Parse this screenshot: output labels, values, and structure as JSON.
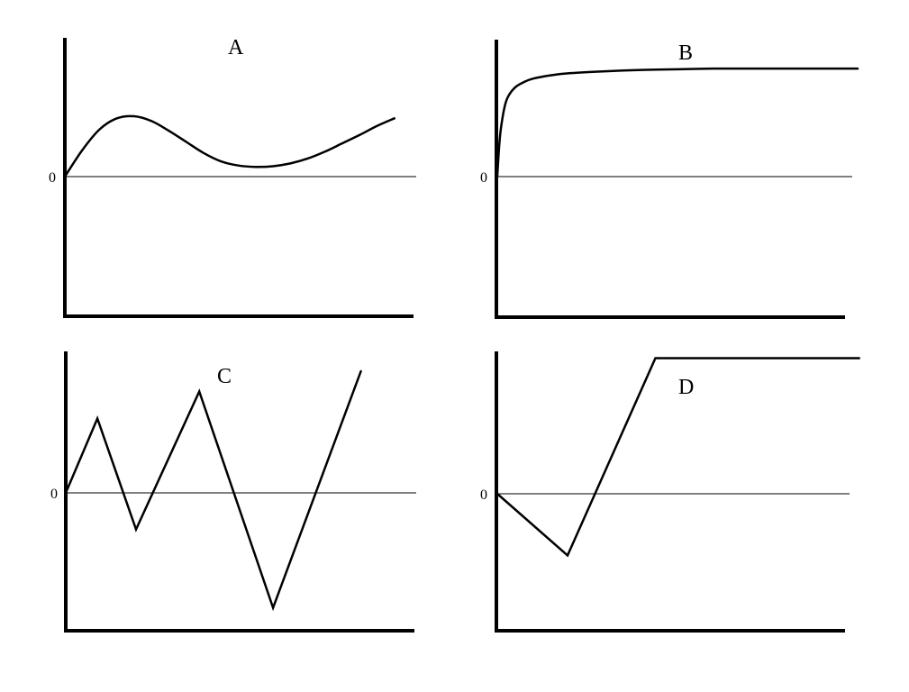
{
  "chart_data": [
    {
      "type": "line",
      "title": "A",
      "xlabel": "",
      "ylabel": "",
      "y_tick_labels": [
        "0"
      ],
      "grid": false,
      "curve_shape": "smooth",
      "xlim": [
        0,
        10
      ],
      "ylim": [
        -1,
        1
      ],
      "x": [
        0,
        0.5,
        1,
        1.5,
        2,
        2.5,
        3,
        3.5,
        4,
        4.5,
        5,
        5.5,
        6,
        6.5,
        7,
        7.5,
        8,
        8.5,
        9,
        9.5
      ],
      "series": [
        {
          "values": [
            0,
            0.19,
            0.34,
            0.42,
            0.435,
            0.4,
            0.33,
            0.25,
            0.17,
            0.11,
            0.08,
            0.07,
            0.075,
            0.095,
            0.13,
            0.18,
            0.24,
            0.3,
            0.365,
            0.42
          ]
        }
      ]
    },
    {
      "type": "line",
      "title": "B",
      "xlabel": "",
      "ylabel": "",
      "y_tick_labels": [
        "0"
      ],
      "grid": false,
      "curve_shape": "smooth",
      "xlim": [
        0,
        10
      ],
      "ylim": [
        -1,
        1
      ],
      "x": [
        0,
        0.05,
        0.1,
        0.2,
        0.3,
        0.5,
        0.75,
        1,
        1.5,
        2,
        3,
        4,
        5,
        6,
        7,
        8,
        9,
        10
      ],
      "series": [
        {
          "values": [
            0,
            0.22,
            0.36,
            0.52,
            0.6,
            0.67,
            0.71,
            0.735,
            0.76,
            0.775,
            0.79,
            0.8,
            0.805,
            0.81,
            0.81,
            0.81,
            0.81,
            0.81
          ]
        }
      ]
    },
    {
      "type": "line",
      "title": "C",
      "xlabel": "",
      "ylabel": "",
      "y_tick_labels": [
        "0"
      ],
      "grid": false,
      "curve_shape": "linear",
      "xlim": [
        0,
        10
      ],
      "ylim": [
        -1,
        1
      ],
      "x": [
        0,
        0.9,
        2.0,
        3.8,
        5.9,
        8.4
      ],
      "series": [
        {
          "values": [
            0,
            0.55,
            -0.27,
            0.75,
            -0.85,
            0.9
          ]
        }
      ]
    },
    {
      "type": "line",
      "title": "D",
      "xlabel": "",
      "ylabel": "",
      "y_tick_labels": [
        "0"
      ],
      "grid": false,
      "curve_shape": "linear",
      "xlim": [
        0,
        10
      ],
      "ylim": [
        -1,
        1
      ],
      "x": [
        0,
        2.0,
        4.5,
        10.3
      ],
      "series": [
        {
          "values": [
            0,
            -0.45,
            0.99,
            0.99
          ]
        }
      ]
    }
  ]
}
